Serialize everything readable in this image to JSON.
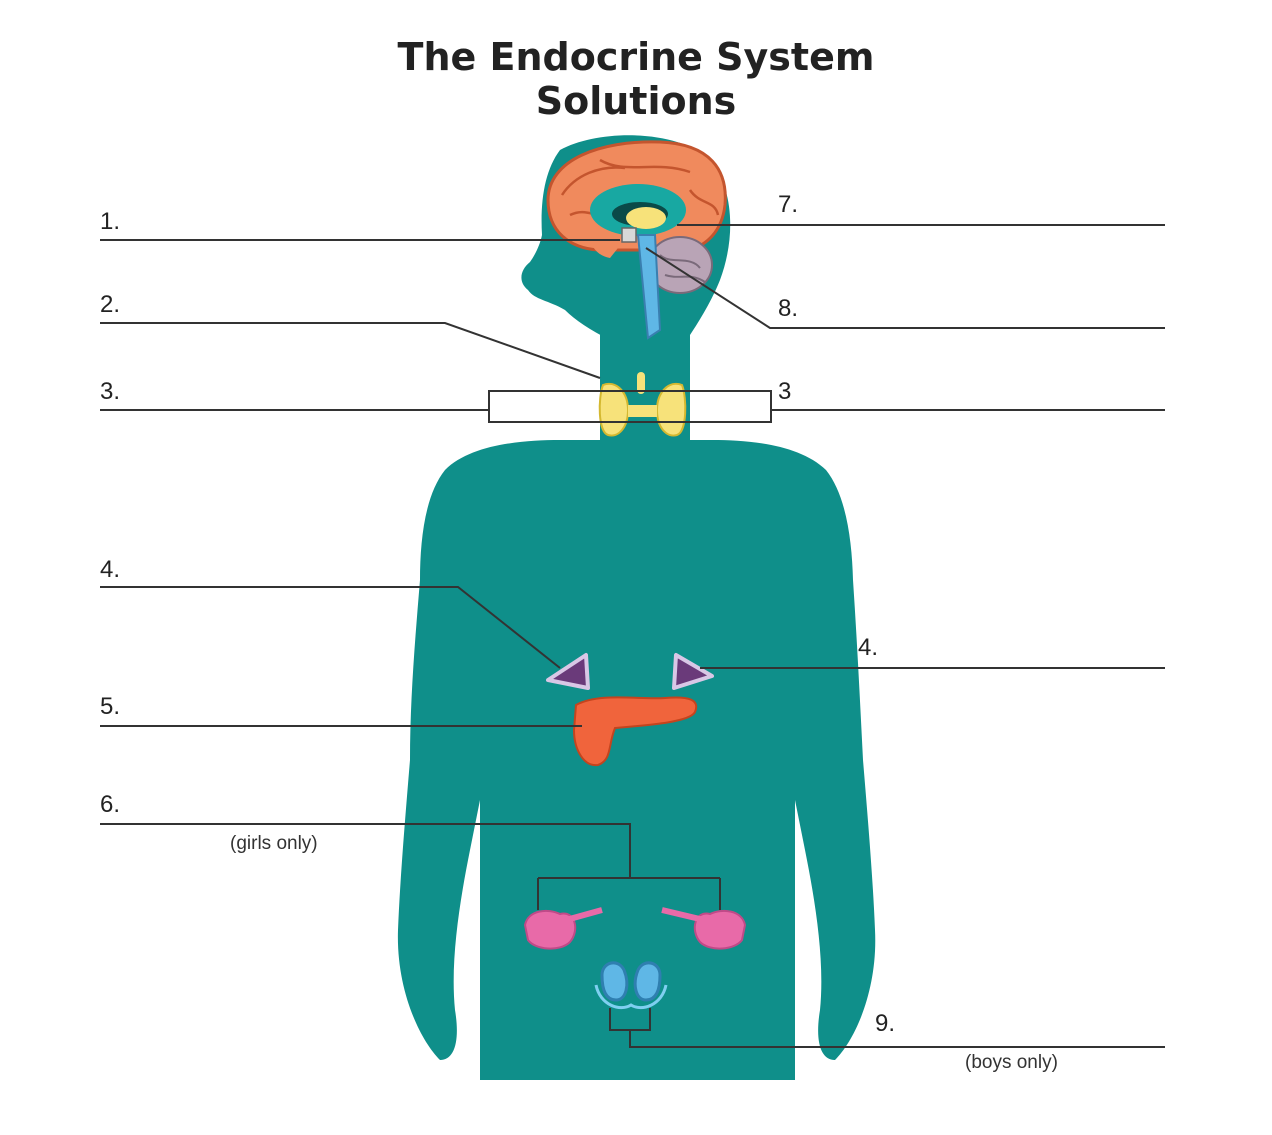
{
  "title": {
    "line1": "The Endocrine System",
    "line2": "Solutions"
  },
  "labels": {
    "n1": "1.",
    "n2": "2.",
    "n3_left": "3.",
    "n3_right": "3",
    "n4_left": "4.",
    "n4_right": "4.",
    "n5": "5.",
    "n6": "6.",
    "n7": "7.",
    "n8": "8.",
    "n9": "9."
  },
  "notes": {
    "girls": "(girls only)",
    "boys": "(boys only)"
  },
  "colors": {
    "body": "#0f8f8a",
    "brain": "#f08a5d",
    "thyroid": "#f7e27a",
    "adrenal": "#6a3a7a",
    "pancreas": "#f0643c",
    "ovary": "#e86aa8",
    "testis": "#5fb7e6"
  }
}
